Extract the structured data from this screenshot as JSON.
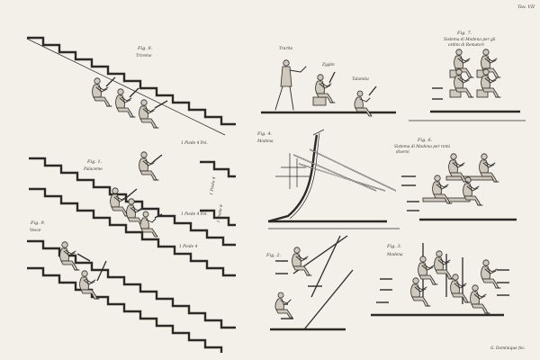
{
  "plate_label": "Tav. VII",
  "figures": {
    "fig8": {
      "number": "Fig. 8.",
      "title": "Trireme"
    },
    "fig1": {
      "number": "Fig. 1.",
      "title": "Palaceme"
    },
    "fig9": {
      "number": "Fig. 9.",
      "title": "Vesce"
    },
    "fig4": {
      "number": "Fig. 4.",
      "title": "Modena"
    },
    "fig2": {
      "number": "Fig. 2."
    },
    "fig3": {
      "number": "Fig. 3.",
      "title": "Modena"
    },
    "fig7": {
      "number": "Fig. 7.",
      "title_line1": "Sistema di Modena per gli",
      "title_line2": "ordini di Rematori"
    },
    "fig6": {
      "number": "Fig. 6.",
      "title_line1": "Sistema di Modena per remi",
      "title_line2": "diversi"
    }
  },
  "rower_labels": [
    "Trarite",
    "Zygite",
    "Talamita"
  ],
  "measure_labels": [
    "1 Piede 4 Pol.",
    "1 Piede 4 Pol.",
    "1 Piede 4",
    "1 Piede 4",
    "1 Piede 6"
  ],
  "engraver": "G. Dominique fec."
}
